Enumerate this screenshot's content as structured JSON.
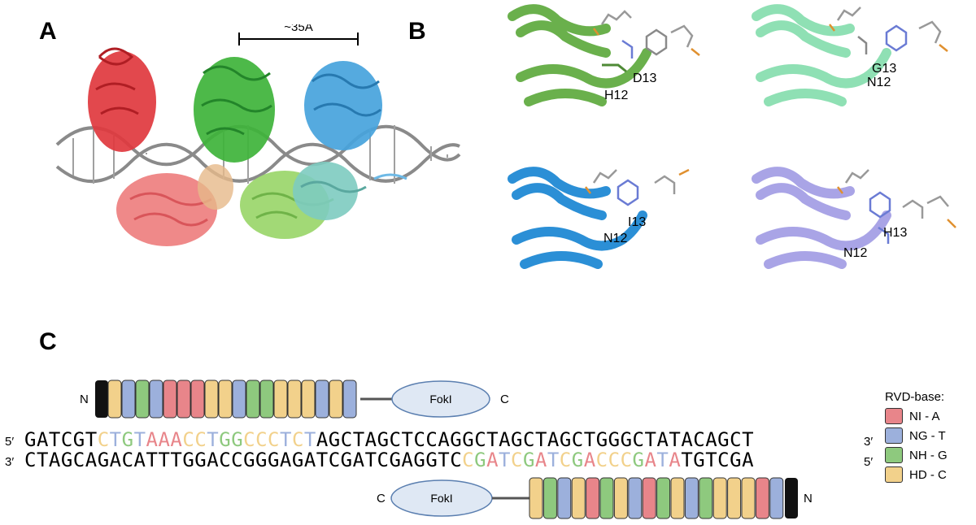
{
  "panels": {
    "a": "A",
    "b": "B",
    "c": "C"
  },
  "panel_a": {
    "distance_label": "~35Å"
  },
  "panel_b": {
    "p1": {
      "res1": "H12",
      "res2": "D13",
      "color": "#6ab04c"
    },
    "p2": {
      "res1": "N12",
      "res2": "G13",
      "color": "#8fe0b4"
    },
    "p3": {
      "res1": "N12",
      "res2": "I13",
      "color": "#2b8fd6"
    },
    "p4": {
      "res1": "N12",
      "res2": "H13",
      "color": "#a9a4e6"
    }
  },
  "colors": {
    "A": "#e8858a",
    "T": "#9cb0dc",
    "G": "#8ec97e",
    "C": "#f2d18b",
    "cap": "#111111"
  },
  "top_protein": {
    "n_label": "N",
    "c_label": "C",
    "nuclease": "FokI",
    "repeats": [
      "C",
      "T",
      "G",
      "T",
      "A",
      "A",
      "A",
      "C",
      "C",
      "T",
      "G",
      "G",
      "C",
      "C",
      "C",
      "T",
      "C",
      "T"
    ]
  },
  "bottom_protein": {
    "n_label": "N",
    "c_label": "C",
    "nuclease": "FokI",
    "repeats": [
      "C",
      "G",
      "T",
      "C",
      "A",
      "G",
      "C",
      "T",
      "A",
      "G",
      "C",
      "T",
      "G",
      "C",
      "C",
      "C",
      "A",
      "T"
    ]
  },
  "dna": {
    "top": {
      "prime_left": "5′",
      "prime_right": "3′",
      "pre": "GATCGT",
      "colored": "CTGTAAACCTGGCCCTCT",
      "post": "AGCTAGCTCCAGGCTAGCTAGCTGGGCTATACAGCT"
    },
    "bottom": {
      "prime_left": "3′",
      "prime_right": "5′",
      "pre": "CTAGCAGACATTTGGACCGGGAGATCGATCGAGGTC",
      "colored": "CGATCGATCGACCCGATA",
      "post": "TGTCGA"
    }
  },
  "legend": {
    "title": "RVD-base:",
    "items": [
      {
        "label": "NI - A",
        "color": "#e8858a"
      },
      {
        "label": "NG - T",
        "color": "#9cb0dc"
      },
      {
        "label": "NH - G",
        "color": "#8ec97e"
      },
      {
        "label": "HD - C",
        "color": "#f2d18b"
      }
    ]
  }
}
